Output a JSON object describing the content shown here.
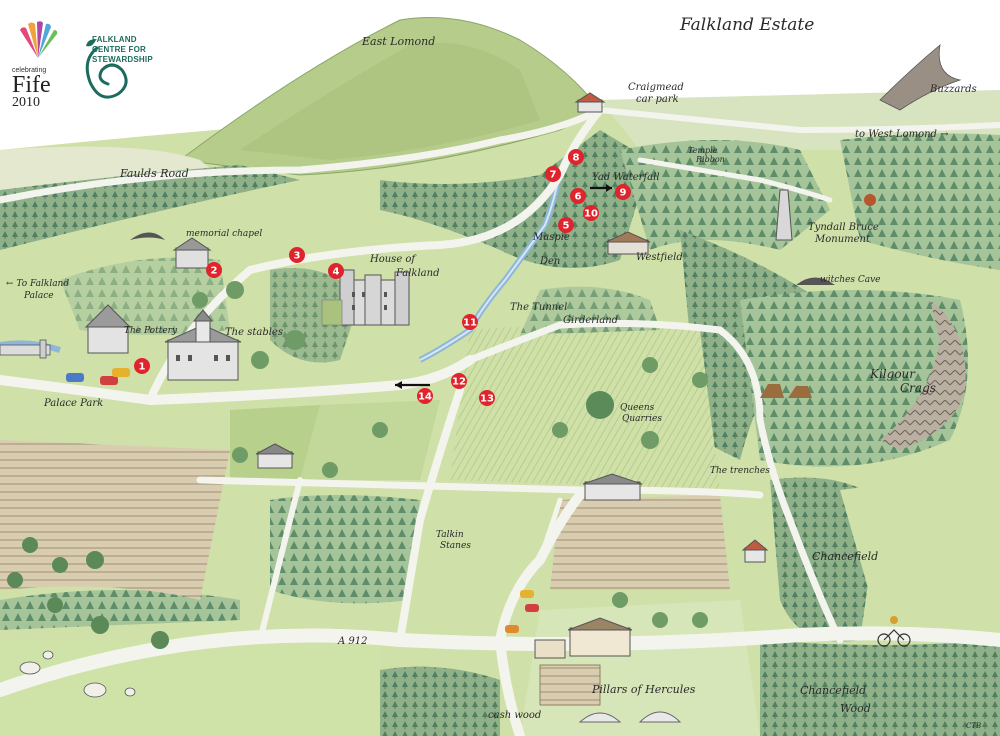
{
  "map": {
    "title": "Falkland Estate",
    "labels": {
      "east_lomond": "East Lomond",
      "craigmead_car_park_1": "Craigmead",
      "craigmead_car_park_2": "car park",
      "buzzards": "Buzzards",
      "to_west_lomond": "to West Lomond →",
      "faulds_road": "Faulds Road",
      "temple": "Temple",
      "temple_ribbon": "Ribbon",
      "yad_waterfall": "Yad Waterfall",
      "tyndall_bruce_1": "Tyndall Bruce",
      "tyndall_bruce_2": "Monument",
      "memorial_chapel": "memorial chapel",
      "house_of_falkland_1": "House of",
      "house_of_falkland_2": "Falkland",
      "maspie_1": "Maspie",
      "maspie_2": "Den",
      "westfield": "Westfield",
      "witches_cave": "witches Cave",
      "to_falkland_palace_1": "← To Falkland",
      "to_falkland_palace_2": "Palace",
      "the_pottery": "The Pottery",
      "the_stables": "The stables",
      "the_tunnel": "The Tunnel",
      "girderland": "Girderland",
      "kilgour_crags_1": "Kilgour",
      "kilgour_crags_2": "Crags",
      "palace_park": "Palace Park",
      "queens_quarries_1": "Queens",
      "queens_quarries_2": "Quarries",
      "the_trenches": "The trenches",
      "talkin_stanes_1": "Talkin",
      "talkin_stanes_2": "Stanes",
      "chancefield": "Chancefield",
      "a912": "A 912",
      "pillars_of_hercules": "Pillars of Hercules",
      "chancefield_wood_1": "Chancefield",
      "chancefield_wood_2": "Wood",
      "cash_wood": "cash wood",
      "signature": "CTB"
    },
    "markers": [
      "1",
      "2",
      "3",
      "4",
      "5",
      "6",
      "7",
      "8",
      "9",
      "10",
      "11",
      "12",
      "13",
      "14"
    ]
  },
  "logos": {
    "fife_small": "celebrating",
    "fife_big": "Fife",
    "fife_year": "2010",
    "falkland_1": "FALKLAND",
    "falkland_2": "CENTRE FOR",
    "falkland_3": "STEWARDSHIP"
  },
  "colors": {
    "marker_red": "#e0242e",
    "field_green": "#c9dca0",
    "forest_green": "#7fa87a",
    "road": "#f4f4ee",
    "water": "#8fb6d8",
    "hill": "#b9cf92"
  }
}
